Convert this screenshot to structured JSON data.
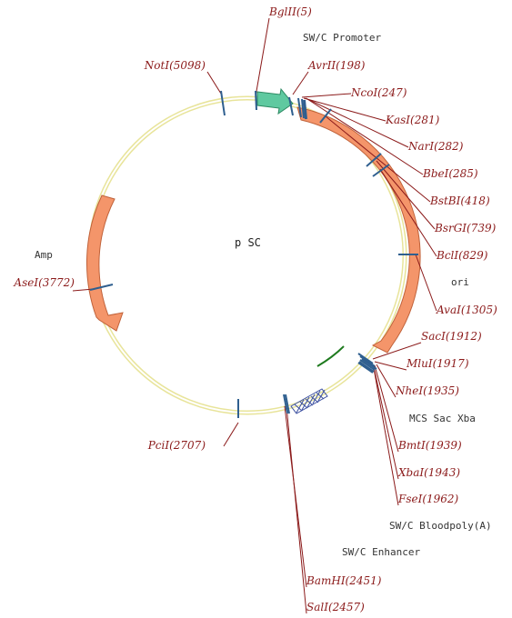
{
  "center_label": "p SC",
  "colors": {
    "backbone": "#e8e49a",
    "site_line": "#8b1a1a",
    "site_tick": "#2f5f8f",
    "arrow_orange": "#f4956a",
    "arrow_orange_edge": "#c0623a",
    "arrow_green": "#5fc9a0",
    "arrow_green_edge": "#2e8a63",
    "mcs": "#3a4ea0",
    "insulator": "#1e7a1e"
  },
  "features": [
    {
      "key": "promoter",
      "label": "SW/C Promoter"
    },
    {
      "key": "amp",
      "label": "Amp"
    },
    {
      "key": "ori",
      "label": "ori"
    },
    {
      "key": "mcs",
      "label": "MCS Sac Xba"
    },
    {
      "key": "polya",
      "label": "SW/C Bloodpoly(A)"
    },
    {
      "key": "enhancer",
      "label": "SW/C Enhancer"
    }
  ],
  "sites": [
    {
      "name": "BglII",
      "pos": "(5)"
    },
    {
      "name": "AvrII",
      "pos": "(198)"
    },
    {
      "name": "NcoI",
      "pos": "(247)"
    },
    {
      "name": "KasI",
      "pos": "(281)"
    },
    {
      "name": "NarI",
      "pos": "(282)"
    },
    {
      "name": "BbeI",
      "pos": "(285)"
    },
    {
      "name": "BstBI",
      "pos": "(418)"
    },
    {
      "name": "BsrGI",
      "pos": "(739)"
    },
    {
      "name": "BclI",
      "pos": "(829)"
    },
    {
      "name": "AvaI",
      "pos": "(1305)"
    },
    {
      "name": "SacI",
      "pos": "(1912)"
    },
    {
      "name": "MluI",
      "pos": "(1917)"
    },
    {
      "name": "NheI",
      "pos": "(1935)"
    },
    {
      "name": "BmtI",
      "pos": "(1939)"
    },
    {
      "name": "XbaI",
      "pos": "(1943)"
    },
    {
      "name": "FseI",
      "pos": "(1962)"
    },
    {
      "name": "BamHI",
      "pos": "(2451)"
    },
    {
      "name": "SalI",
      "pos": "(2457)"
    },
    {
      "name": "PciI",
      "pos": "(2707)"
    },
    {
      "name": "AseI",
      "pos": "(3772)"
    },
    {
      "name": "NotI",
      "pos": "(5098)"
    }
  ]
}
